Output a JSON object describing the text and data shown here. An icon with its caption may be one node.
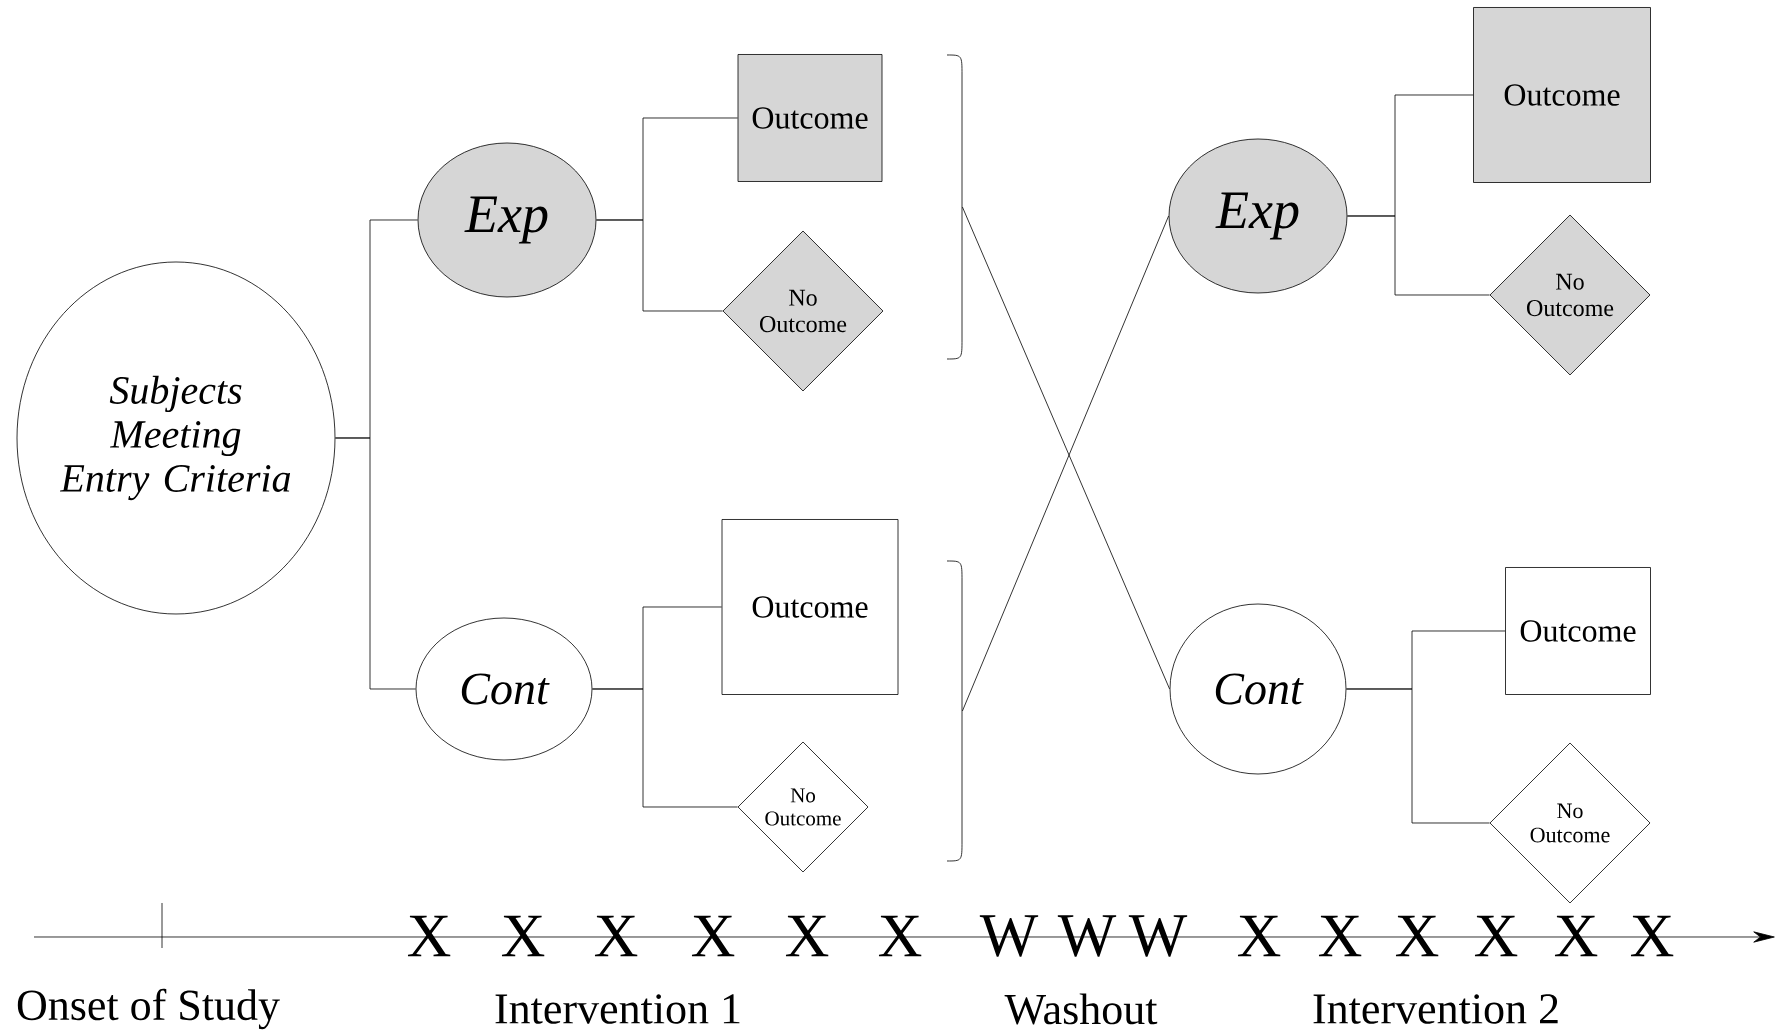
{
  "diagram": {
    "nodes": [
      {
        "text": [
          "Subjects Meeting Entry Criteria"
        ]
      },
      {
        "text": [
          "Exp"
        ]
      },
      {
        "text": [
          "Outcome"
        ]
      },
      {
        "text": [
          "No Outcome"
        ]
      },
      {
        "text": [
          "Cont"
        ]
      },
      {
        "text": [
          "Outcome"
        ]
      },
      {
        "text": [
          "No Outcome"
        ]
      },
      {
        "text": [],
        "shape": "bracket"
      },
      {
        "text": [],
        "shape": "bracket"
      },
      {
        "text": [
          "Exp"
        ]
      },
      {
        "text": [
          "Outcome"
        ]
      },
      {
        "text": [
          "No Outcome"
        ]
      },
      {
        "text": [
          "Cont"
        ]
      },
      {
        "text": [
          "Outcome"
        ]
      },
      {
        "text": [
          "No Outcome"
        ]
      }
    ],
    "edges": [
      {
        "from": 0,
        "to": 1,
        "arrow": "none"
      },
      {
        "from": 0,
        "to": 4,
        "arrow": "none"
      },
      {
        "from": 1,
        "to": 2,
        "arrow": "none"
      },
      {
        "from": 1,
        "to": 3,
        "arrow": "none"
      },
      {
        "from": 4,
        "to": 5,
        "arrow": "none"
      },
      {
        "from": 4,
        "to": 6,
        "arrow": "none"
      },
      {
        "from": 7,
        "to": 12,
        "arrow": "none"
      },
      {
        "from": 8,
        "to": 9,
        "arrow": "none"
      },
      {
        "from": 9,
        "to": 10,
        "arrow": "none"
      },
      {
        "from": 9,
        "to": 11,
        "arrow": "none"
      },
      {
        "from": 12,
        "to": 13,
        "arrow": "none"
      },
      {
        "from": 12,
        "to": 14,
        "arrow": "none"
      }
    ],
    "labels": [
      "X",
      "X",
      "X",
      "X",
      "X",
      "X",
      "W",
      "W",
      "W",
      "X",
      "X",
      "X",
      "X",
      "X",
      "X",
      "Onset of Study",
      "Intervention 1",
      "Washout",
      "Intervention 2"
    ]
  }
}
